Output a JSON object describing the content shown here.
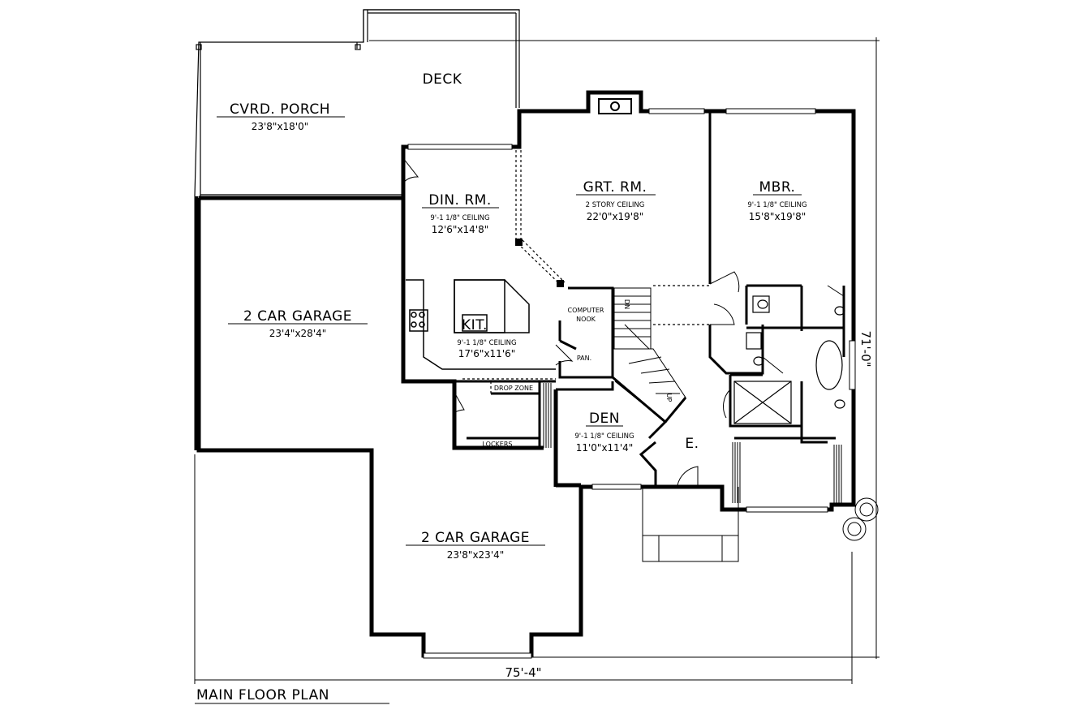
{
  "plan_title": "MAIN FLOOR PLAN",
  "overall": {
    "width": "75'-4\"",
    "depth": "71'-0\""
  },
  "rooms": {
    "deck": {
      "name": "DECK"
    },
    "porch": {
      "name": "CVRD. PORCH",
      "size": "23'8\"x18'0\""
    },
    "garage_left": {
      "name": "2 CAR GARAGE",
      "size": "23'4\"x28'4\""
    },
    "garage_right": {
      "name": "2 CAR GARAGE",
      "size": "23'8\"x23'4\""
    },
    "dining": {
      "name": "DIN. RM.",
      "ceiling": "9'-1 1/8\" CEILING",
      "size": "12'6\"x14'8\""
    },
    "great": {
      "name": "GRT. RM.",
      "ceiling": "2 STORY CEILING",
      "size": "22'0\"x19'8\""
    },
    "master": {
      "name": "MBR.",
      "ceiling": "9'-1 1/8\" CEILING",
      "size": "15'8\"x19'8\""
    },
    "kitchen": {
      "name": "KIT.",
      "ceiling": "9'-1 1/8\" CEILING",
      "size": "17'6\"x11'6\""
    },
    "den": {
      "name": "DEN",
      "ceiling": "9'-1 1/8\" CEILING",
      "size": "11'0\"x11'4\""
    },
    "entry": {
      "name": "E."
    }
  },
  "labels": {
    "computer_nook_1": "COMPUTER",
    "computer_nook_2": "NOOK",
    "pantry": "PAN.",
    "drop_zone": "DROP ZONE",
    "lockers": "LOCKERS",
    "stair_dn": "DN",
    "stair_up": "UP"
  }
}
